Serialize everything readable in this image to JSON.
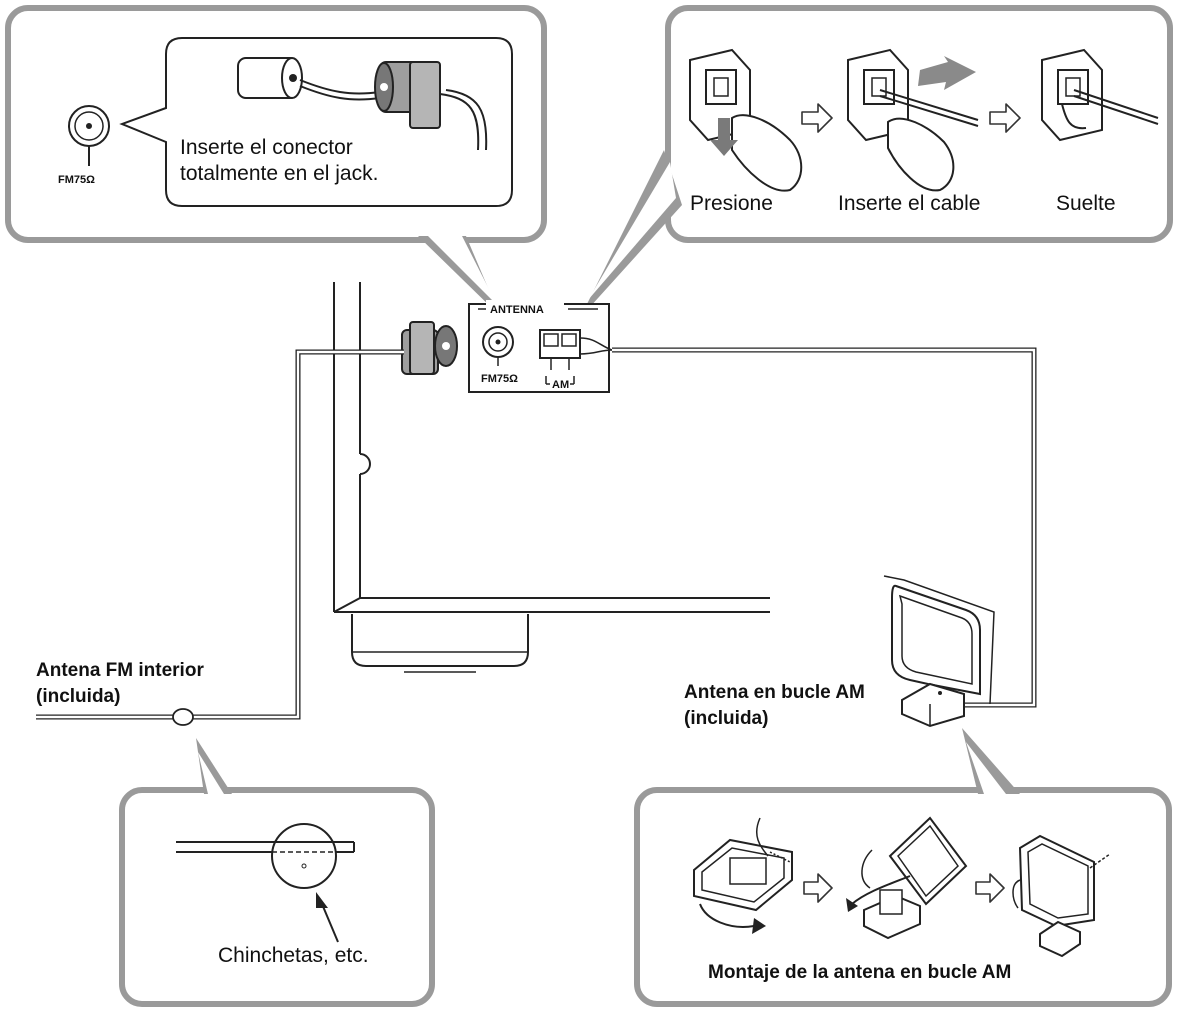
{
  "callouts": {
    "fm_plug_text_line1": "Inserte el conector",
    "fm_plug_text_line2": "totalmente en el jack.",
    "fm_jack_label": "FM75Ω",
    "am_steps": [
      "Presione",
      "Inserte el cable",
      "Suelte"
    ],
    "tacks_label": "Chinchetas, etc.",
    "am_assembly_title": "Montaje de la antena en bucle AM"
  },
  "panel": {
    "title": "ANTENNA",
    "fm_label": "FM75Ω",
    "am_label": "AM"
  },
  "antennas": {
    "fm_line1": "Antena FM interior",
    "fm_line2": "(incluida)",
    "am_line1": "Antena en bucle AM",
    "am_line2": "(incluida)"
  }
}
